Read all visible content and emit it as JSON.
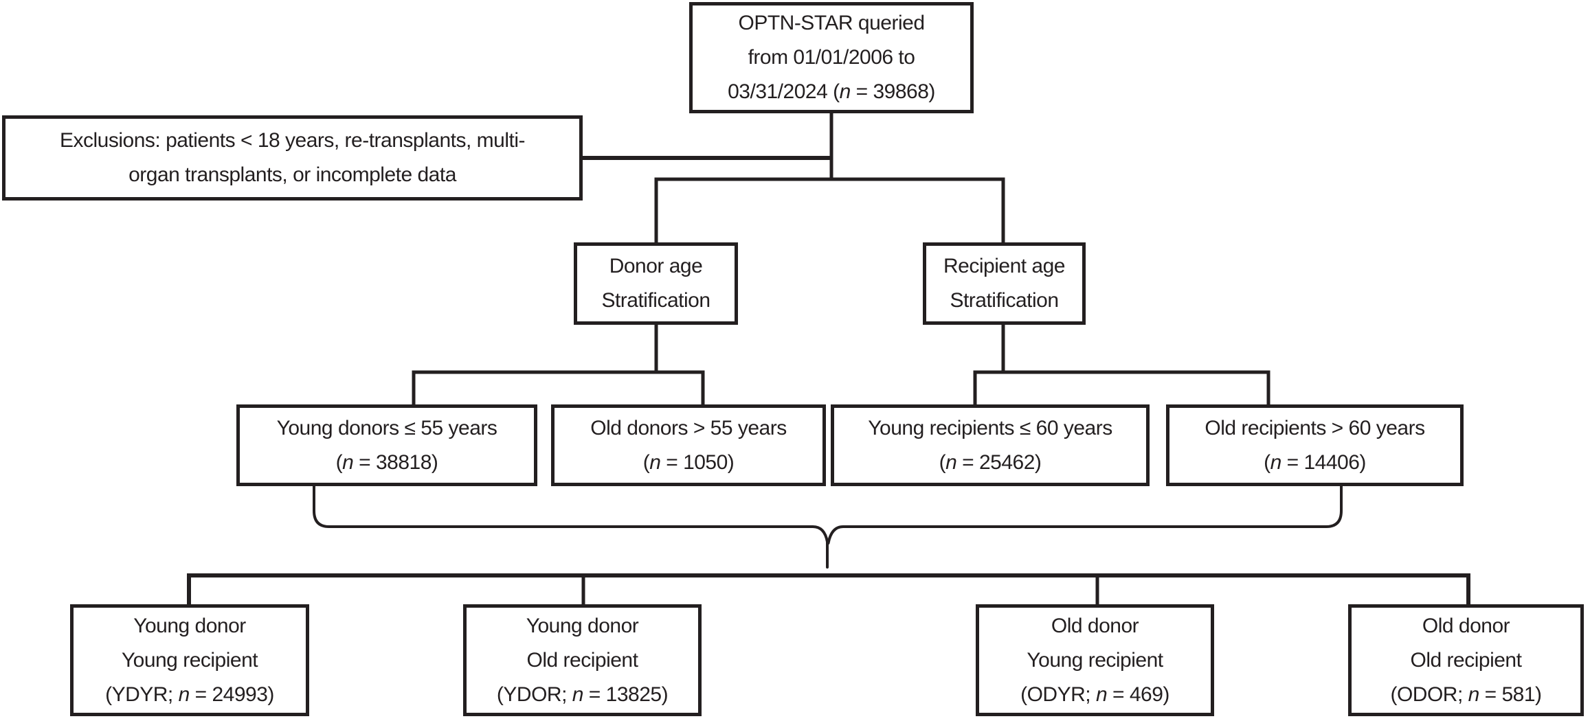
{
  "colors": {
    "line": "#231f20",
    "background": "#ffffff"
  },
  "nodes": {
    "optn_star_query": {
      "lines": [
        "OPTN-STAR queried",
        "from 01/01/2006 to",
        "03/31/2024 (n = 39868)"
      ],
      "n": 39868
    },
    "exclusions": {
      "lines": [
        "Exclusions: patients < 18 years, re-transplants, multi-",
        "organ transplants, or incomplete data"
      ]
    },
    "donor_age_stratification": {
      "lines": [
        "Donor age",
        "Stratification"
      ]
    },
    "recipient_age_stratification": {
      "lines": [
        "Recipient age",
        "Stratification"
      ]
    },
    "young_donors": {
      "lines": [
        "Young donors ≤ 55 years",
        "(n = 38818)"
      ],
      "n": 38818
    },
    "old_donors": {
      "lines": [
        "Old donors > 55 years",
        "(n = 1050)"
      ],
      "n": 1050
    },
    "young_recipients": {
      "lines": [
        "Young recipients ≤ 60 years",
        "(n = 25462)"
      ],
      "n": 25462
    },
    "old_recipients": {
      "lines": [
        "Old recipients > 60 years",
        "(n = 14406)"
      ],
      "n": 14406
    },
    "ydyr": {
      "lines": [
        "Young donor",
        "Young recipient",
        "(YDYR; n = 24993)"
      ],
      "n": 24993
    },
    "ydor": {
      "lines": [
        "Young donor",
        "Old recipient",
        "(YDOR; n = 13825)"
      ],
      "n": 13825
    },
    "odyr": {
      "lines": [
        "Old donor",
        "Young recipient",
        "(ODYR; n = 469)"
      ],
      "n": 469
    },
    "odor": {
      "lines": [
        "Old donor",
        "Old recipient",
        "(ODOR; n = 581)"
      ],
      "n": 581
    }
  },
  "edges": [
    {
      "from": "optn_star_query",
      "to": "exclusions",
      "type": "side-link"
    },
    {
      "from": "optn_star_query",
      "to": "donor_age_stratification"
    },
    {
      "from": "optn_star_query",
      "to": "recipient_age_stratification"
    },
    {
      "from": "donor_age_stratification",
      "to": "young_donors"
    },
    {
      "from": "donor_age_stratification",
      "to": "old_donors"
    },
    {
      "from": "recipient_age_stratification",
      "to": "young_recipients"
    },
    {
      "from": "recipient_age_stratification",
      "to": "old_recipients"
    },
    {
      "from": [
        "young_donors",
        "old_donors",
        "young_recipients",
        "old_recipients"
      ],
      "to": [
        "ydyr",
        "ydor",
        "odyr",
        "odor"
      ],
      "type": "brace-merge-fanout"
    }
  ]
}
